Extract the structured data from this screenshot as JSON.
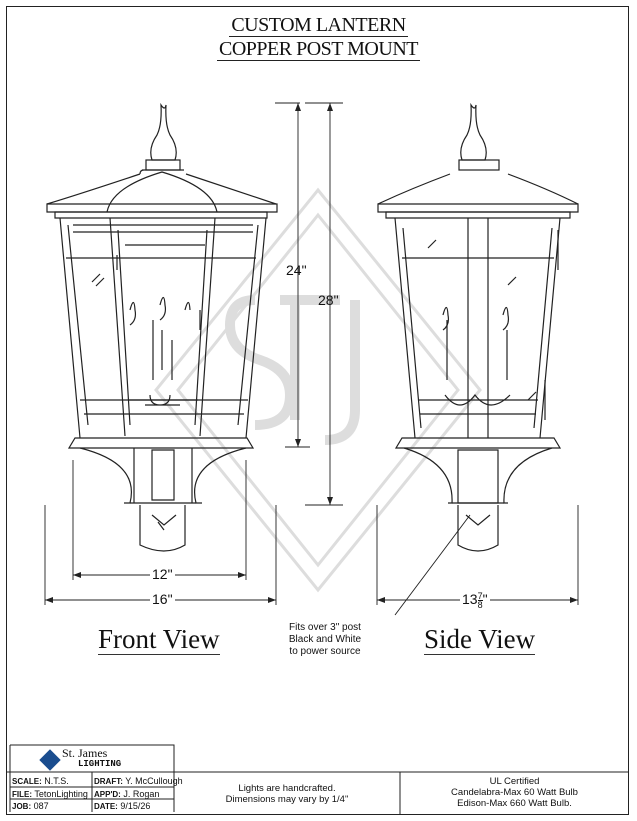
{
  "title": {
    "line1": "CUSTOM LANTERN",
    "line2": "COPPER POST MOUNT"
  },
  "views": {
    "front": "Front View",
    "side": "Side View"
  },
  "dimensions": {
    "h24": "24\"",
    "h28": "28\"",
    "w12": "12\"",
    "w16": "16\"",
    "w13_whole": "13",
    "w13_num": "7",
    "w13_den": "8",
    "w13_unit": "\""
  },
  "post_note": [
    "Fits over 3\" post",
    "Black and White",
    "to power source"
  ],
  "logo": {
    "name": "St. James",
    "sub": "LIGHTING"
  },
  "titleblock": {
    "scale_label": "SCALE:",
    "scale": "N.T.S.",
    "draft_label": "DRAFT:",
    "draft": "Y. McCullough",
    "file_label": "FILE:",
    "file": "TetonLighting",
    "appd_label": "APP'D:",
    "appd": "J. Rogan",
    "job_label": "JOB:",
    "job": "087",
    "date_label": "DATE:",
    "date": "9/15/26"
  },
  "handcraft_note": [
    "Lights are handcrafted.",
    "Dimensions may vary by 1/4\""
  ],
  "ul_note": [
    "UL Certified",
    "Candelabra-Max 60 Watt Bulb",
    "Edison-Max 660 Watt Bulb."
  ]
}
